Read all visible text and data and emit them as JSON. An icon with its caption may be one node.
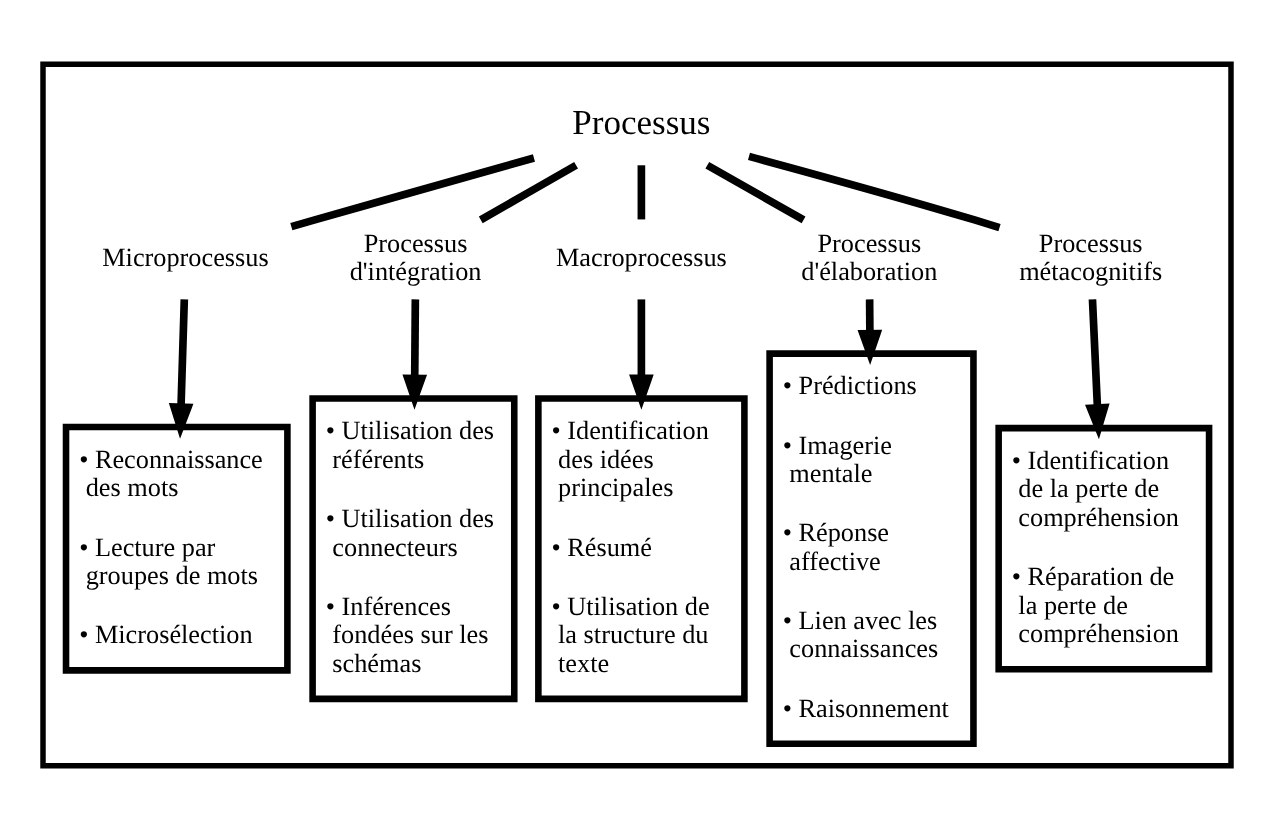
{
  "diagram": {
    "nodes": [
      {
        "text": [],
        "shape": "box"
      },
      {
        "text": [
          "Processus"
        ],
        "in": 0
      },
      {
        "text": [
          "Microprocessus"
        ],
        "in": 0
      },
      {
        "text": [
          "Processus d'intégration"
        ],
        "in": 0
      },
      {
        "text": [
          "Macroprocessus"
        ],
        "in": 0
      },
      {
        "text": [
          "Processus d'élaboration"
        ],
        "in": 0
      },
      {
        "text": [
          "Processus métacognitifs"
        ],
        "in": 0
      },
      {
        "text": [
          "• Reconnaissance des mots",
          "• Lecture par groupes de mots",
          "• Microsélection"
        ],
        "in": 0
      },
      {
        "text": [
          "• Utilisation des référents",
          "• Utilisation des connecteurs",
          "• Inférences fondées sur les schémas"
        ],
        "in": 0
      },
      {
        "text": [
          "• Identification des idées principales",
          "• Résumé",
          "• Utilisation de la structure du texte"
        ],
        "in": 0
      },
      {
        "text": [
          "• Prédictions",
          "• Imagerie mentale",
          "• Réponse affective",
          "• Lien avec les connaissances",
          "• Raisonnement"
        ],
        "in": 0
      },
      {
        "text": [
          "• Identification de la perte de compréhension",
          "• Réparation de la perte de compréhension"
        ],
        "in": 0
      }
    ],
    "edges": [
      {
        "from": 1,
        "to": 2,
        "arrow": "none"
      },
      {
        "from": 1,
        "to": 3,
        "arrow": "none"
      },
      {
        "from": 1,
        "to": 4,
        "arrow": "none"
      },
      {
        "from": 1,
        "to": 5,
        "arrow": "none"
      },
      {
        "from": 1,
        "to": 6,
        "arrow": "none"
      },
      {
        "from": 2,
        "to": 7,
        "arrow": "to"
      },
      {
        "from": 3,
        "to": 8,
        "arrow": "to"
      },
      {
        "from": 4,
        "to": 9,
        "arrow": "to"
      },
      {
        "from": 5,
        "to": 10,
        "arrow": "to"
      },
      {
        "from": 6,
        "to": 11,
        "arrow": "to"
      }
    ]
  }
}
